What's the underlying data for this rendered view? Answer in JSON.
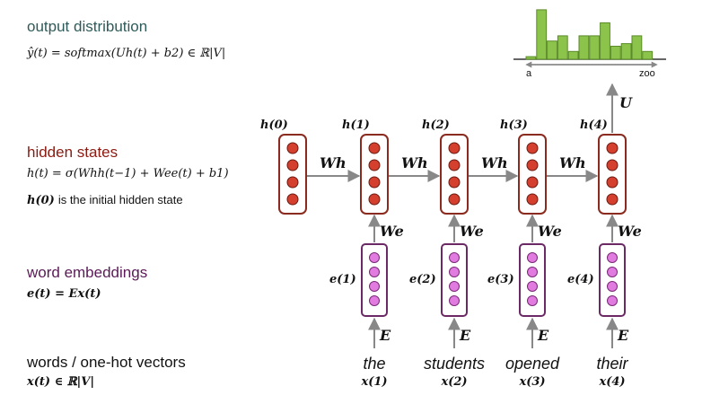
{
  "sections": {
    "output": {
      "title": "output distribution",
      "equation": "ŷ(t) = softmax(Uh(t) + b2) ∈ ℝ|V|"
    },
    "hidden": {
      "title": "hidden states",
      "equation": "h(t) = σ(Whh(t−1) + Wee(t) + b1)",
      "note_symbol": "h(0)",
      "note_text": "is the initial hidden state"
    },
    "embed": {
      "title": "word embeddings",
      "equation": "e(t) = Ex(t)"
    },
    "words": {
      "title": "words / one-hot vectors",
      "equation": "x(t) ∈ ℝ|V|"
    }
  },
  "diagram": {
    "hidden_labels": [
      "h(0)",
      "h(1)",
      "h(2)",
      "h(3)",
      "h(4)"
    ],
    "embed_labels": [
      "e(1)",
      "e(2)",
      "e(3)",
      "e(4)"
    ],
    "wh_label": "Wh",
    "we_label": "We",
    "e_label": "E",
    "u_label": "U",
    "words": [
      "the",
      "students",
      "opened",
      "their"
    ],
    "x_labels": [
      "x(1)",
      "x(2)",
      "x(3)",
      "x(4)"
    ],
    "hist_axis_left": "a",
    "hist_axis_right": "zoo",
    "colors": {
      "hidden_box": "#8b2a1e",
      "hidden_dot": "#d43f2e",
      "embed_box": "#6b2a66",
      "embed_dot": "#e27be0",
      "bar": "#8cc34a",
      "arrow": "#888888"
    },
    "histogram": [
      0.05,
      0.95,
      0.35,
      0.45,
      0.15,
      0.45,
      0.45,
      0.7,
      0.25,
      0.3,
      0.45,
      0.15
    ]
  }
}
